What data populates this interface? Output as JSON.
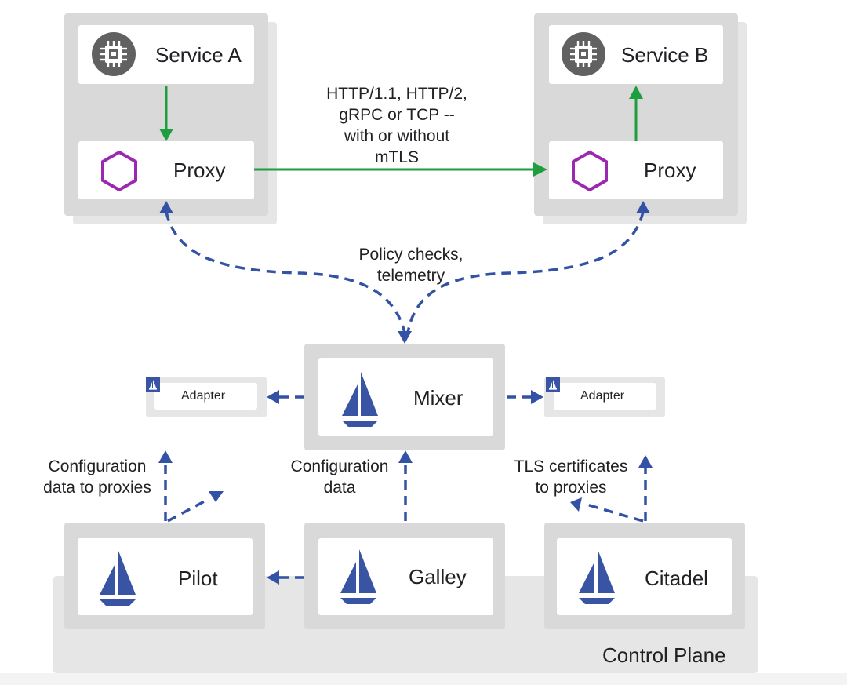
{
  "services": {
    "a": {
      "label": "Service A",
      "proxy_label": "Proxy"
    },
    "b": {
      "label": "Service B",
      "proxy_label": "Proxy"
    }
  },
  "proxy_link_label": [
    "HTTP/1.1, HTTP/2,",
    "gRPC or TCP --",
    "with or without",
    "mTLS"
  ],
  "policy_label": [
    "Policy checks,",
    "telemetry"
  ],
  "mixer": {
    "label": "Mixer"
  },
  "adapters": {
    "left": "Adapter",
    "right": "Adapter"
  },
  "pilot_config_label": [
    "Configuration",
    "data to proxies"
  ],
  "galley_config_label": [
    "Configuration",
    "data"
  ],
  "citadel_tls_label": [
    "TLS certificates",
    "to proxies"
  ],
  "control_plane": {
    "label": "Control Plane",
    "components": {
      "pilot": "Pilot",
      "galley": "Galley",
      "citadel": "Citadel"
    }
  },
  "colors": {
    "green_arrow": "#1e9e3e",
    "blue_arrow": "#3352a5",
    "hexagon": "#9c27b0",
    "chip_bg": "#616161",
    "sail": "#3a54a4"
  },
  "icons": {
    "service": "chip-icon",
    "proxy": "hexagon-icon",
    "istio": "sail-icon"
  }
}
